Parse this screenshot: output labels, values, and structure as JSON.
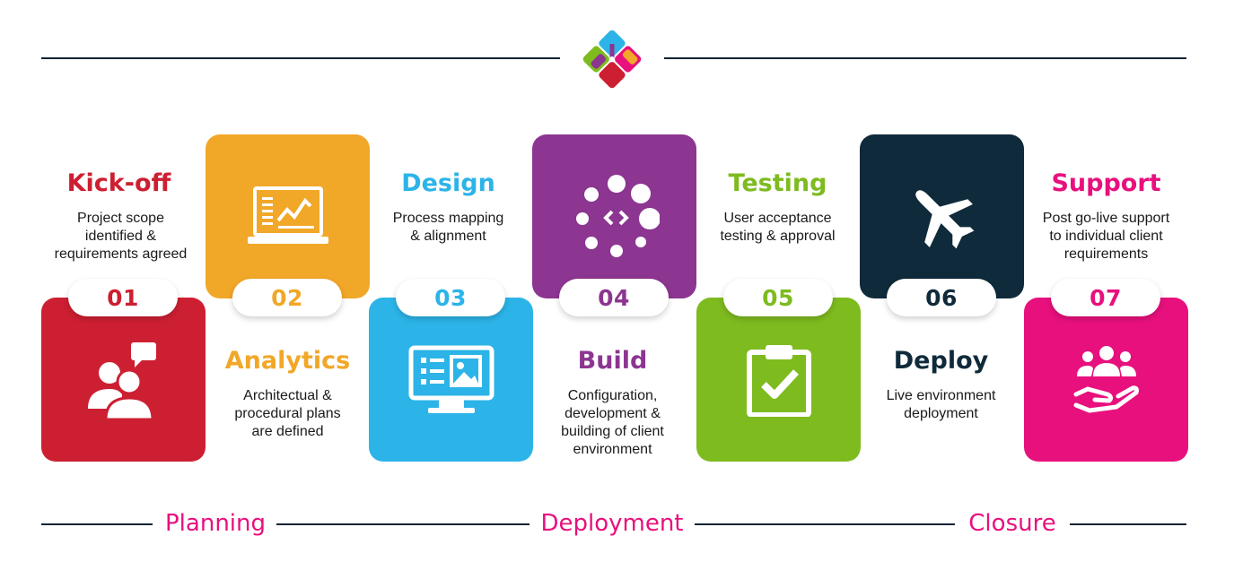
{
  "colors": {
    "red": "#cd1f32",
    "orange": "#f1a727",
    "blue": "#2cb4e8",
    "purple": "#8c3591",
    "green": "#7ebb1f",
    "navy": "#0f2a3a",
    "pink": "#e8107d",
    "line": "#0f2233"
  },
  "steps": [
    {
      "number": "01",
      "title": "Kick-off",
      "description": [
        "Project scope",
        "identified &",
        "requirements agreed"
      ],
      "color": "#cd1f32",
      "icon": "users-chat-icon"
    },
    {
      "number": "02",
      "title": "Analytics",
      "description": [
        "Architectual &",
        "procedural plans",
        "are defined"
      ],
      "color": "#f1a727",
      "icon": "laptop-chart-icon"
    },
    {
      "number": "03",
      "title": "Design",
      "description": [
        "Process mapping",
        "& alignment"
      ],
      "color": "#2cb4e8",
      "icon": "monitor-layout-icon"
    },
    {
      "number": "04",
      "title": "Build",
      "description": [
        "Configuration,",
        "development &",
        "building of client",
        "environment"
      ],
      "color": "#8c3591",
      "icon": "code-loader-icon"
    },
    {
      "number": "05",
      "title": "Testing",
      "description": [
        "User acceptance",
        "testing & approval"
      ],
      "color": "#7ebb1f",
      "icon": "clipboard-check-icon"
    },
    {
      "number": "06",
      "title": "Deploy",
      "description": [
        "Live environment",
        "deployment"
      ],
      "color": "#0f2a3a",
      "icon": "airplane-icon"
    },
    {
      "number": "07",
      "title": "Support",
      "description": [
        "Post go-live support",
        "to individual client",
        "requirements"
      ],
      "color": "#e8107d",
      "icon": "hand-people-icon"
    }
  ],
  "phases": [
    "Planning",
    "Deployment",
    "Closure"
  ]
}
